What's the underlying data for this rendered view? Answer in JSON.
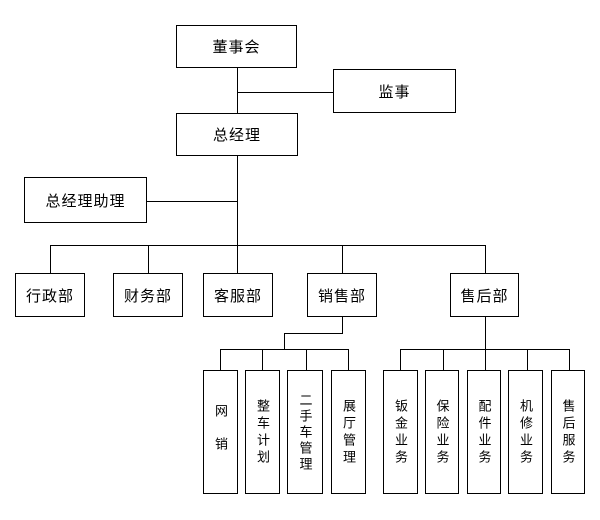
{
  "colors": {
    "background": "#ffffff",
    "box_fill": "#ffffff",
    "box_border": "#000000",
    "line": "#000000",
    "text": "#000000"
  },
  "nodes": {
    "board": {
      "label": "董事会"
    },
    "supervisor": {
      "label": "监事"
    },
    "general_manager": {
      "label": "总经理"
    },
    "gm_assistant": {
      "label": "总经理助理"
    },
    "admin_dept": {
      "label": "行政部"
    },
    "finance_dept": {
      "label": "财务部"
    },
    "customer_service_dept": {
      "label": "客服部"
    },
    "sales_dept": {
      "label": "销售部"
    },
    "after_sales_dept": {
      "label": "售后部"
    },
    "online_sales": {
      "label": "网销"
    },
    "vehicle_planning": {
      "label": "整车计划"
    },
    "used_car_management": {
      "label": "二手车管理"
    },
    "showroom_management": {
      "label": "展厅管理"
    },
    "sheet_metal_business": {
      "label": "钣金业务"
    },
    "insurance_business": {
      "label": "保险业务"
    },
    "parts_business": {
      "label": "配件业务"
    },
    "mechanical_repair_business": {
      "label": "机修业务"
    },
    "after_sales_service": {
      "label": "售后服务"
    }
  },
  "edges": [
    {
      "from": "董事会",
      "to": "监事"
    },
    {
      "from": "董事会",
      "to": "总经理"
    },
    {
      "from": "总经理",
      "to": "总经理助理"
    },
    {
      "from": "总经理",
      "to": "行政部"
    },
    {
      "from": "总经理",
      "to": "财务部"
    },
    {
      "from": "总经理",
      "to": "客服部"
    },
    {
      "from": "总经理",
      "to": "销售部"
    },
    {
      "from": "总经理",
      "to": "售后部"
    },
    {
      "from": "销售部",
      "to": "网销"
    },
    {
      "from": "销售部",
      "to": "整车计划"
    },
    {
      "from": "销售部",
      "to": "二手车管理"
    },
    {
      "from": "销售部",
      "to": "展厅管理"
    },
    {
      "from": "售后部",
      "to": "钣金业务"
    },
    {
      "from": "售后部",
      "to": "保险业务"
    },
    {
      "from": "售后部",
      "to": "配件业务"
    },
    {
      "from": "售后部",
      "to": "机修业务"
    },
    {
      "from": "售后部",
      "to": "售后服务"
    }
  ]
}
